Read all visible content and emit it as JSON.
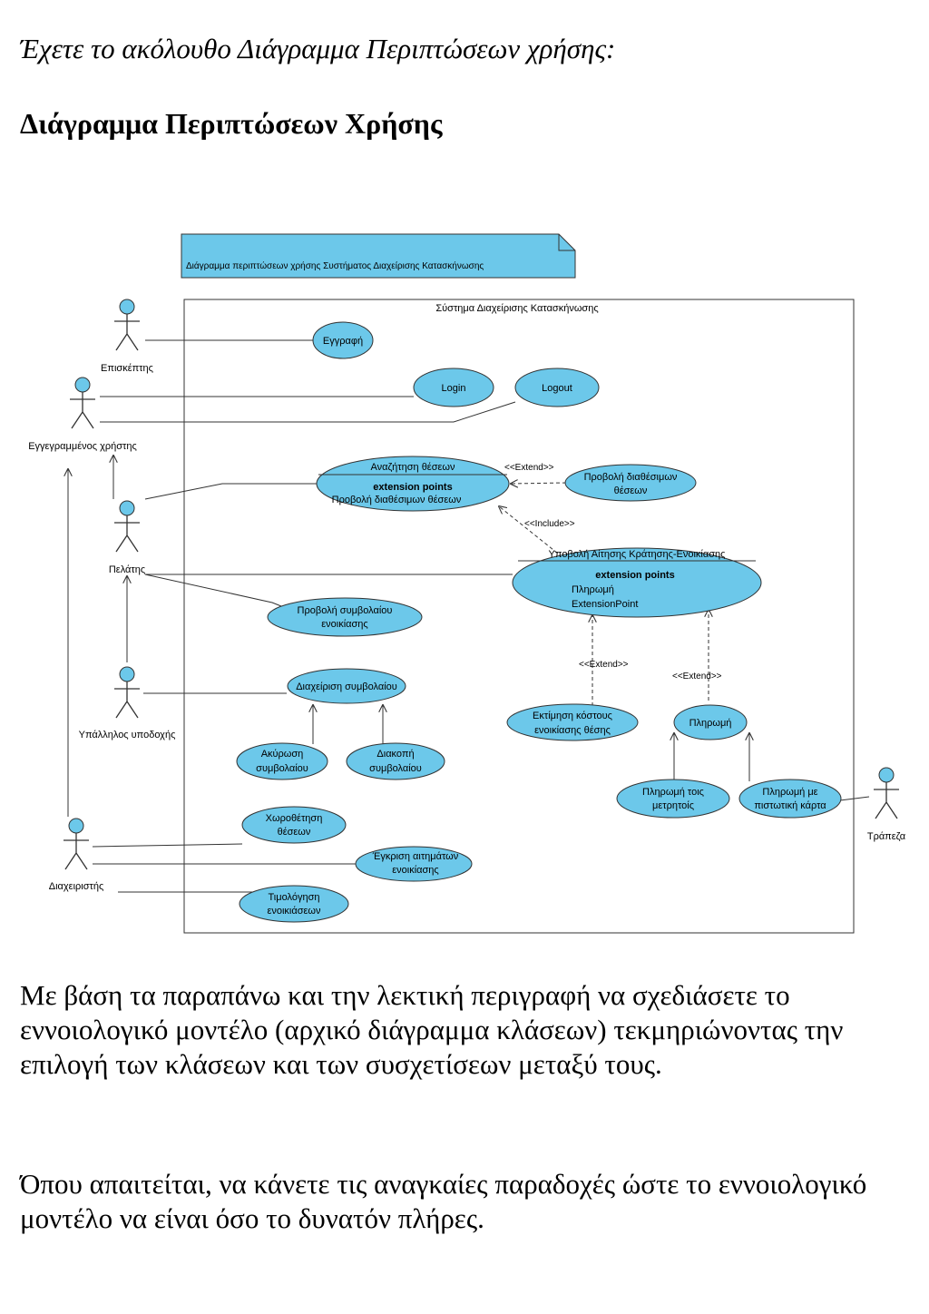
{
  "intro": "Έχετε το ακόλουθο Διάγραμμα Περιπτώσεων χρήσης:",
  "heading": "Διάγραμμα Περιπτώσεων Χρήσης",
  "diagram": {
    "note": "Διάγραμμα περιπτώσεων χρήσης Συστήματος Διαχείρισης Κατασκήνωσης",
    "system_title": "Σύστημα Διαχείρισης Κατασκήνωσης",
    "actors": {
      "episkeptis": "Επισκέπτης",
      "eggegrammenos": "Εγγεγραμμένος χρήστης",
      "pelatis": "Πελάτης",
      "ypallilos": "Υπάλληλος υποδοχής",
      "diaxeiristis": "Διαχειριστής",
      "trapeza": "Τράπεζα"
    },
    "usecases": {
      "eggrafi": "Εγγραφή",
      "login": "Login",
      "logout": "Logout",
      "anazitisi": "Αναζήτηση θέσεων",
      "anazitisi_ext_title": "extension points",
      "anazitisi_ext_point": "Προβολή διαθέσιμων θέσεων",
      "provoli_diathesimon_1": "Προβολή διαθέσιμων",
      "provoli_diathesimon_2": "θέσεων",
      "ypovoli": "Υποβολή Αίτησης Κράτησης-Ενοικίασης",
      "ypovoli_ext_title": "extension points",
      "ypovoli_ext_1": "Πληρωμή",
      "ypovoli_ext_2": "ExtensionPoint",
      "provoli_symvolaiou_1": "Προβολή συμβολαίου",
      "provoli_symvolaiou_2": "ενοικίασης",
      "diaxeirisi_symvolaiou": "Διαχείριση συμβολαίου",
      "akyrosi_1": "Ακύρωση",
      "akyrosi_2": "συμβολαίου",
      "diakopi_1": "Διακοπή",
      "diakopi_2": "συμβολαίου",
      "ektimisi_1": "Εκτίμηση κόστους",
      "ektimisi_2": "ενοικίασης θέσης",
      "pliromi": "Πληρωμή",
      "pliromi_metrita_1": "Πληρωμή τοις",
      "pliromi_metrita_2": "μετρητοίς",
      "pliromi_karta_1": "Πληρωμή με",
      "pliromi_karta_2": "πιστωτική κάρτα",
      "xorothetisi_1": "Χωροθέτηση",
      "xorothetisi_2": "θέσεων",
      "egkrisi_1": "Έγκριση αιτημάτων",
      "egkrisi_2": "ενοικίασης",
      "timologisi_1": "Τιμολόγηση",
      "timologisi_2": "ενοικιάσεων"
    },
    "relations": {
      "extend": "<<Extend>>",
      "include": "<<Include>>"
    },
    "colors": {
      "usecase_fill": "#6cc8ea",
      "line": "#333333"
    }
  },
  "paragraph1": "Με βάση τα παραπάνω και την λεκτική περιγραφή να σχεδιάσετε το εννοιολογικό μοντέλο (αρχικό διάγραμμα κλάσεων) τεκμηριώνοντας την επιλογή των κλάσεων και των συσχετίσεων μεταξύ τους.",
  "paragraph2": "Όπου απαιτείται, να κάνετε τις αναγκαίες παραδοχές ώστε το εννοιολογικό μοντέλο να είναι όσο το δυνατόν πλήρες."
}
